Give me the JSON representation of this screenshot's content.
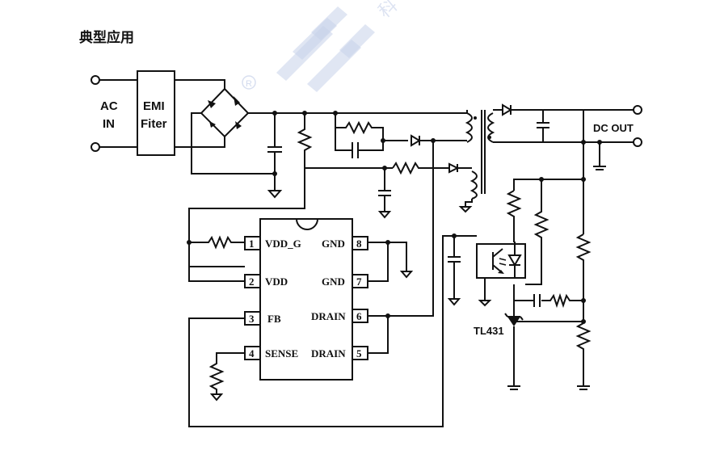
{
  "section_title": "典型应用",
  "watermark_text": "科",
  "input": {
    "ac_label": "AC",
    "in_label": "IN"
  },
  "emi_filter": {
    "line1": "EMI",
    "line2": "Fiter"
  },
  "output_label": "DC OUT",
  "regulator_label": "TL431",
  "ic": {
    "pins": [
      {
        "num": "1",
        "name": "VDD_G"
      },
      {
        "num": "2",
        "name": "VDD"
      },
      {
        "num": "3",
        "name": "FB"
      },
      {
        "num": "4",
        "name": "SENSE"
      },
      {
        "num": "5",
        "name": "DRAIN"
      },
      {
        "num": "6",
        "name": "DRAIN"
      },
      {
        "num": "7",
        "name": "GND"
      },
      {
        "num": "8",
        "name": "GND"
      }
    ]
  },
  "colors": {
    "ink": "#111111",
    "watermark": "#c7d2ea"
  }
}
